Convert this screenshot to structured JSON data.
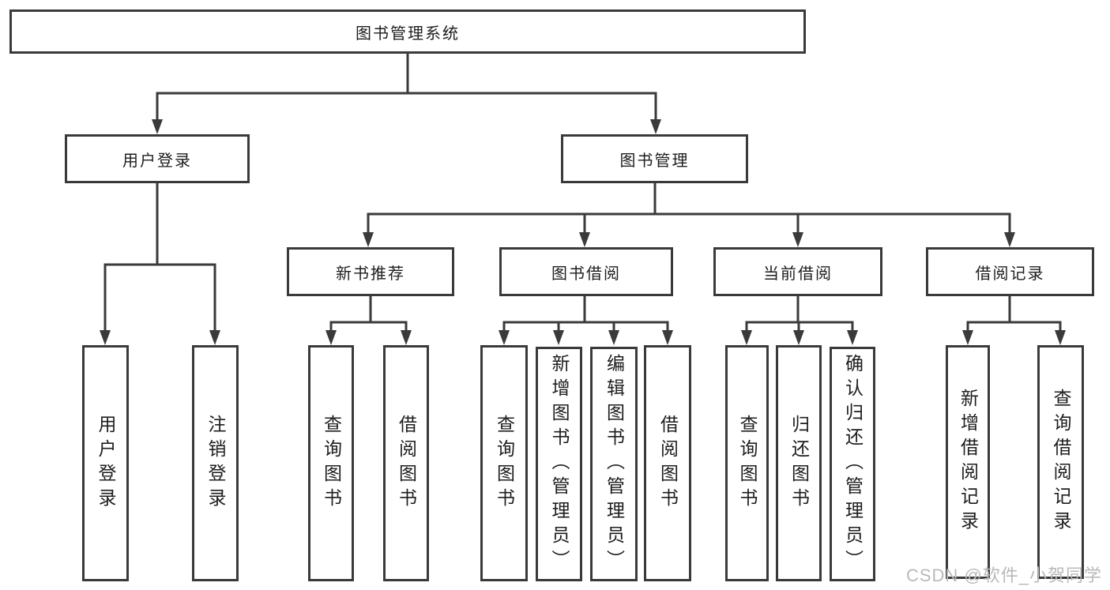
{
  "root": {
    "label": "图书管理系统",
    "children": [
      {
        "label": "用户登录",
        "children": [
          {
            "label": "用户登录"
          },
          {
            "label": "注销登录"
          }
        ]
      },
      {
        "label": "图书管理",
        "children": [
          {
            "label": "新书推荐",
            "children": [
              {
                "label": "查询图书"
              },
              {
                "label": "借阅图书"
              }
            ]
          },
          {
            "label": "图书借阅",
            "children": [
              {
                "label": "查询图书"
              },
              {
                "label": "新增图书（管理员）"
              },
              {
                "label": "编辑图书（管理员）"
              },
              {
                "label": "借阅图书"
              }
            ]
          },
          {
            "label": "当前借阅",
            "children": [
              {
                "label": "查询图书"
              },
              {
                "label": "归还图书"
              },
              {
                "label": "确认归还（管理员）"
              }
            ]
          },
          {
            "label": "借阅记录",
            "children": [
              {
                "label": "新增借阅记录"
              },
              {
                "label": "查询借阅记录"
              }
            ]
          }
        ]
      }
    ]
  },
  "watermark": "CSDN @软件_小贺同学",
  "colors": {
    "line": "#3a3a3a",
    "text": "#1d1d1d",
    "watermark": "#b9b9b9",
    "background": "#ffffff"
  }
}
